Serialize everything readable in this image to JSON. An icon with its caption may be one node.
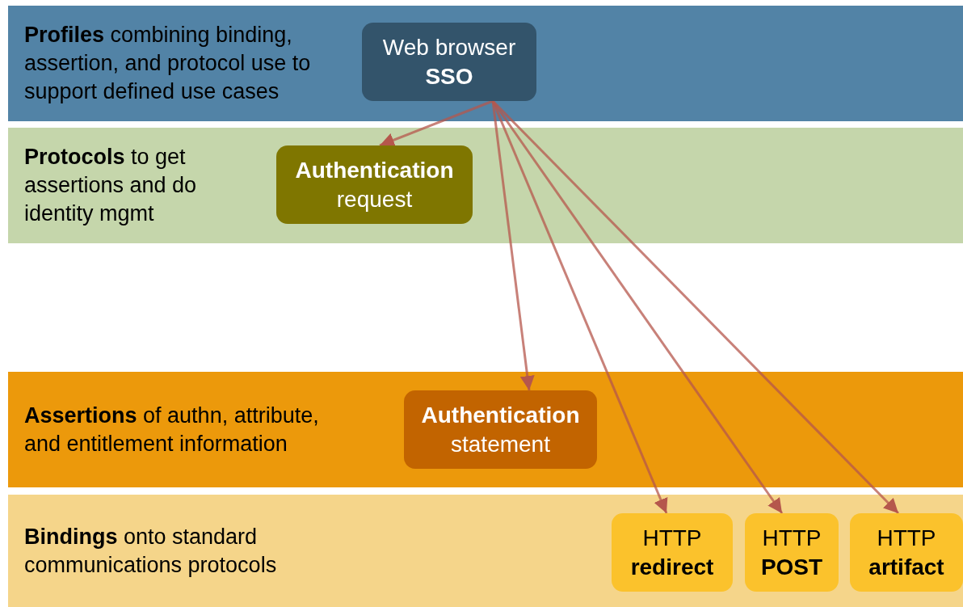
{
  "diagram": {
    "nodes": [
      {
        "text": [
          "**Profiles** combining binding, assertion, and protocol use to support defined use cases"
        ]
      },
      {
        "text": [
          "Web browser",
          "SSO"
        ],
        "in": 0
      },
      {
        "text": [
          "**Protocols** to get assertions and do identity mgmt"
        ]
      },
      {
        "text": [
          "Authentication",
          "request"
        ],
        "in": 2
      },
      {
        "text": [
          "**Assertions** of authn, attribute, and entitlement information"
        ]
      },
      {
        "text": [
          "Authentication",
          "statement"
        ],
        "in": 4
      },
      {
        "text": [
          "**Bindings** onto standard communications protocols"
        ]
      },
      {
        "text": [
          "HTTP",
          "redirect"
        ],
        "in": 6
      },
      {
        "text": [
          "HTTP",
          "POST"
        ],
        "in": 6
      },
      {
        "text": [
          "HTTP",
          "artifact"
        ],
        "in": 6
      }
    ],
    "edges": [
      {
        "from": 1,
        "to": 3,
        "arrow": "to"
      },
      {
        "from": 1,
        "to": 5,
        "arrow": "to"
      },
      {
        "from": 1,
        "to": 7,
        "arrow": "to"
      },
      {
        "from": 1,
        "to": 8,
        "arrow": "to"
      },
      {
        "from": 1,
        "to": 9,
        "arrow": "to"
      }
    ]
  }
}
